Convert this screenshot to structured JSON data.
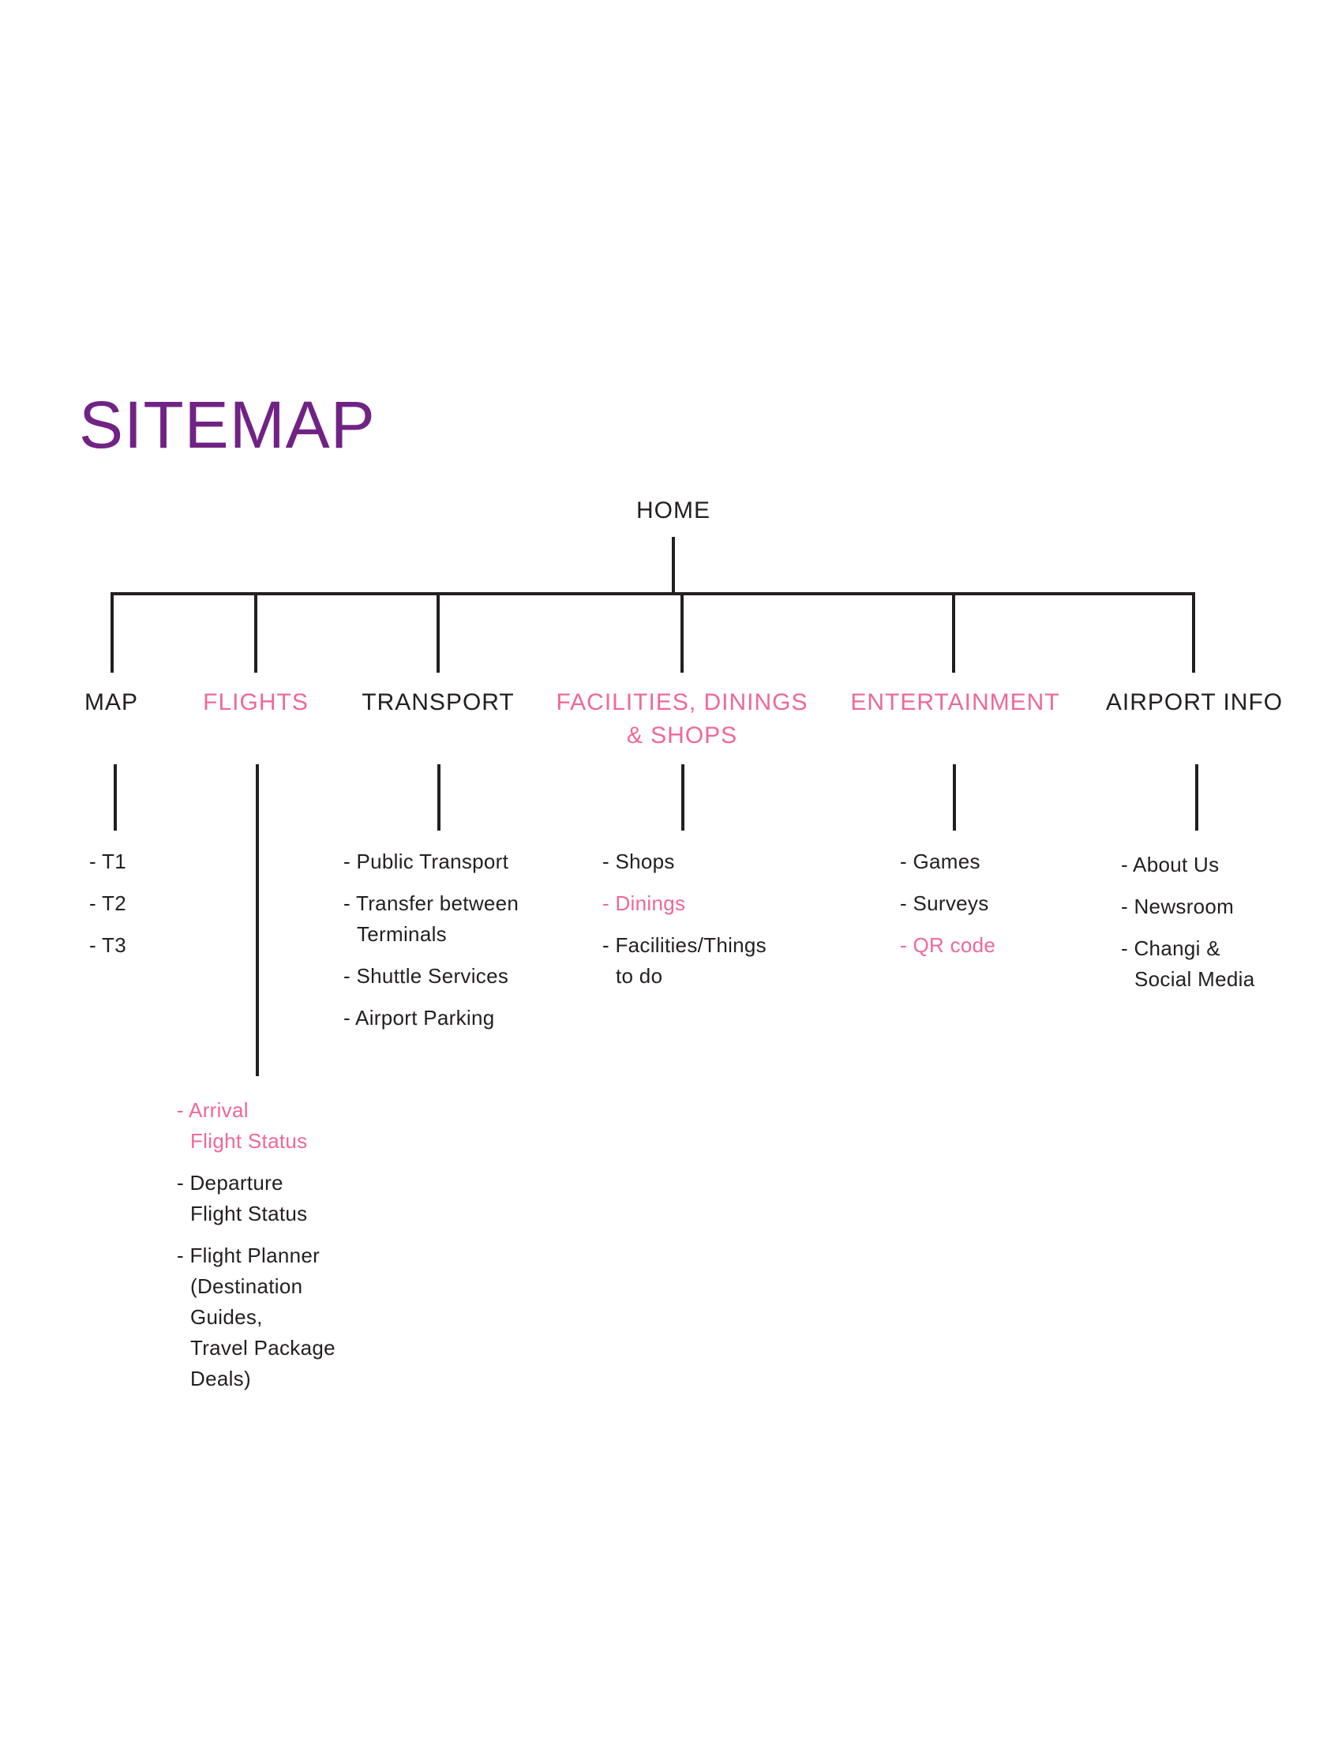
{
  "title": "SITEMAP",
  "colors": {
    "purple": "#702384",
    "pink": "#ef6899",
    "ink": "#231f20",
    "background": "#ffffff"
  },
  "tree": {
    "root_label": "HOME",
    "columns": [
      {
        "label_lines": [
          "MAP"
        ],
        "items": [
          {
            "lines": [
              "- T1"
            ]
          },
          {
            "lines": [
              "- T2"
            ]
          },
          {
            "lines": [
              "- T3"
            ]
          }
        ]
      },
      {
        "label_lines": [
          "FLIGHTS"
        ],
        "items": [
          {
            "lines": [
              "- Arrival",
              "Flight Status"
            ]
          },
          {
            "lines": [
              "- Departure",
              "Flight Status"
            ]
          },
          {
            "lines": [
              "- Flight Planner",
              "(Destination",
              "Guides,",
              "Travel Package",
              "Deals)"
            ]
          }
        ]
      },
      {
        "label_lines": [
          "TRANSPORT"
        ],
        "items": [
          {
            "lines": [
              "- Public Transport"
            ]
          },
          {
            "lines": [
              "- Transfer between",
              "Terminals"
            ]
          },
          {
            "lines": [
              "- Shuttle Services"
            ]
          },
          {
            "lines": [
              "- Airport Parking"
            ]
          }
        ]
      },
      {
        "label_lines": [
          "FACILITIES, DININGS",
          "& SHOPS"
        ],
        "items": [
          {
            "lines": [
              "- Shops"
            ]
          },
          {
            "lines": [
              "- Dinings"
            ]
          },
          {
            "lines": [
              "- Facilities/Things",
              "to do"
            ]
          }
        ]
      },
      {
        "label_lines": [
          "ENTERTAINMENT"
        ],
        "items": [
          {
            "lines": [
              "- Games"
            ]
          },
          {
            "lines": [
              "- Surveys"
            ]
          },
          {
            "lines": [
              "- QR code"
            ]
          }
        ]
      },
      {
        "label_lines": [
          "AIRPORT INFO"
        ],
        "items": [
          {
            "lines": [
              "- About Us"
            ]
          },
          {
            "lines": [
              "- Newsroom"
            ]
          },
          {
            "lines": [
              "- Changi &",
              "Social Media"
            ]
          }
        ]
      }
    ]
  }
}
